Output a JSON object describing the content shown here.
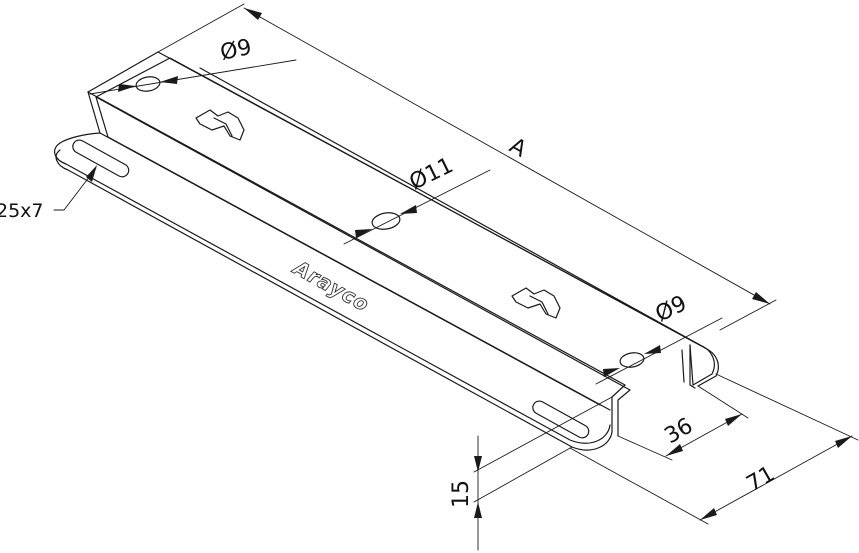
{
  "dimensions": {
    "hole_top": "Ø9",
    "hole_center": "Ø11",
    "hole_bottom": "Ø9",
    "length": "A",
    "slot": "25x7",
    "inner_width": "36",
    "outer_width": "71",
    "height": "15"
  },
  "logo": "Arayco"
}
